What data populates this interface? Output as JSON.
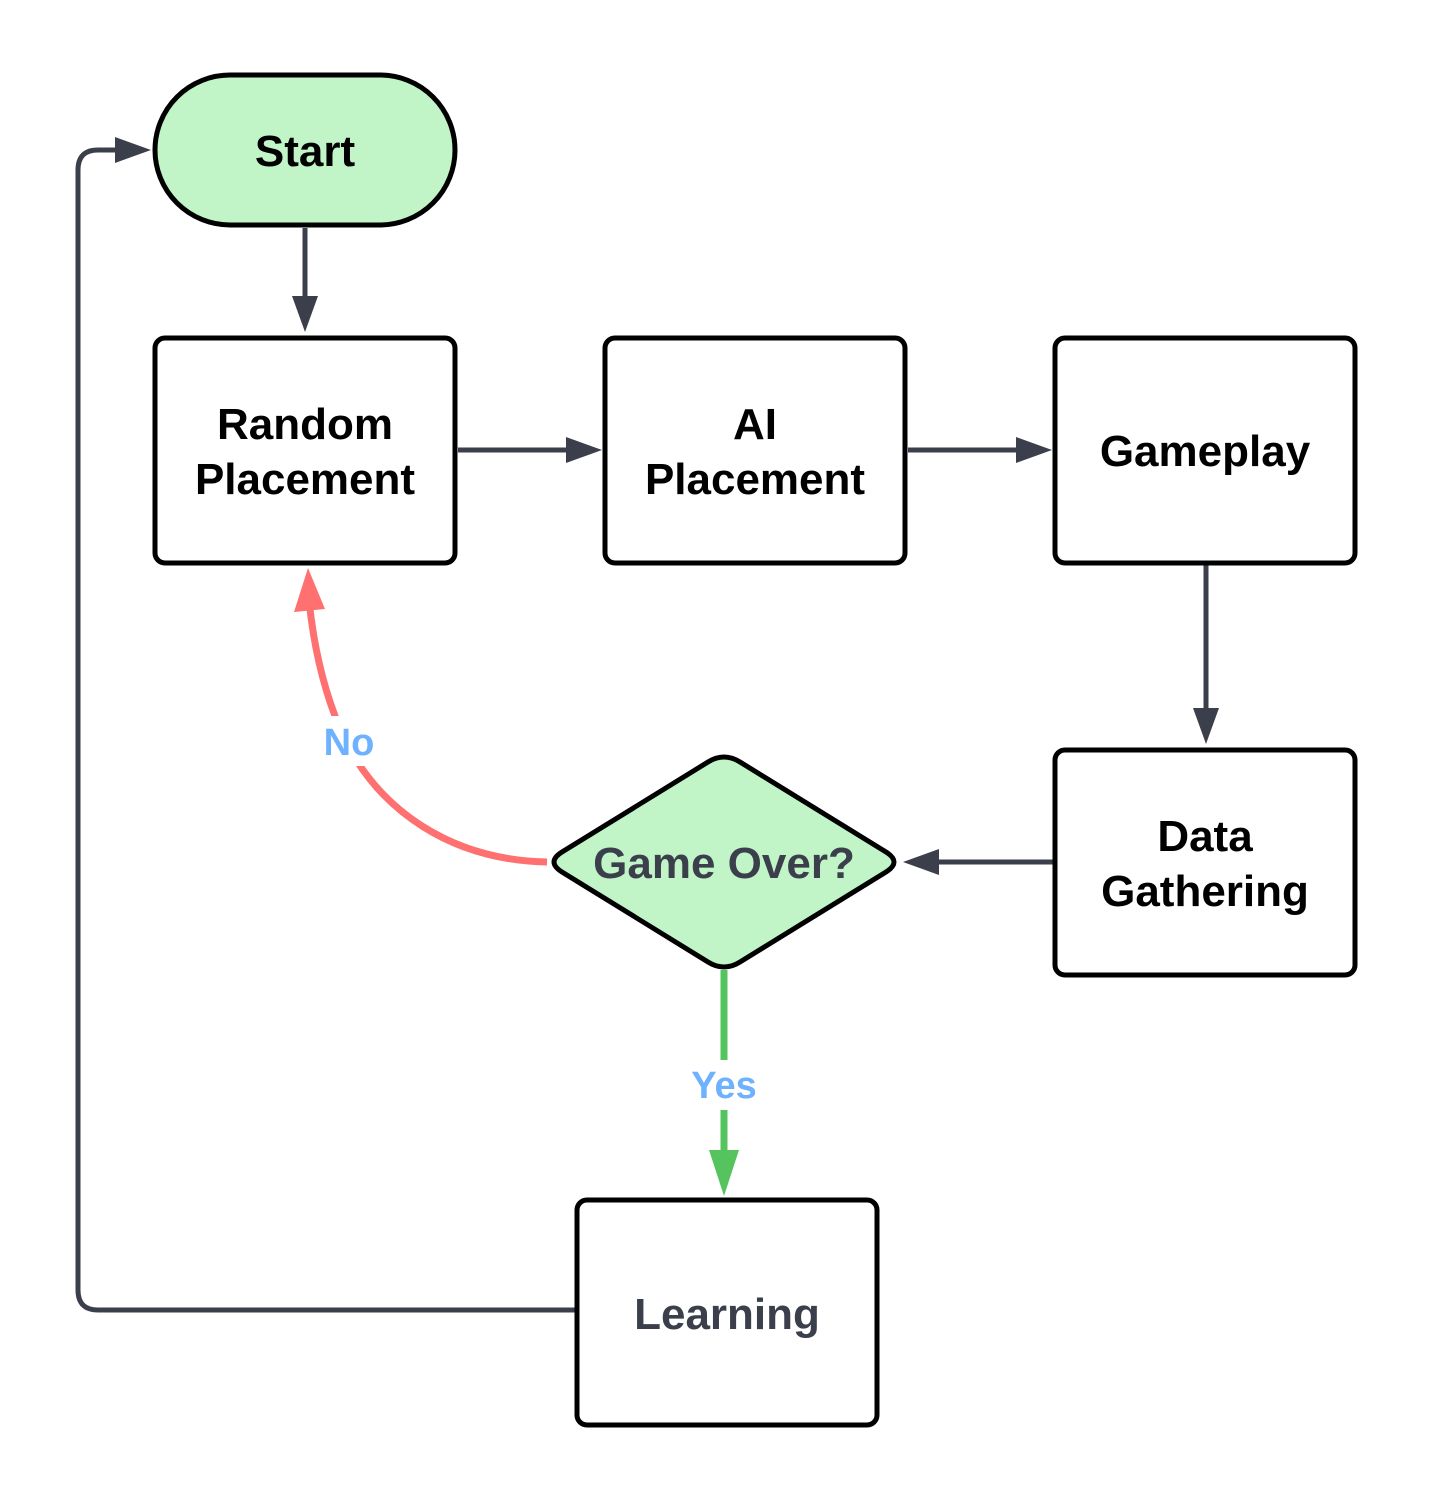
{
  "diagram": {
    "type": "flowchart",
    "nodes": [
      {
        "id": "start",
        "shape": "terminal",
        "lines": [
          "Start"
        ],
        "fill": "#c1f5c8",
        "text_color": "#000000"
      },
      {
        "id": "random",
        "shape": "process",
        "lines": [
          "Random",
          "Placement"
        ],
        "fill": "#ffffff",
        "text_color": "#000000"
      },
      {
        "id": "ai",
        "shape": "process",
        "lines": [
          "AI",
          "Placement"
        ],
        "fill": "#ffffff",
        "text_color": "#000000"
      },
      {
        "id": "gameplay",
        "shape": "process",
        "lines": [
          "Gameplay"
        ],
        "fill": "#ffffff",
        "text_color": "#000000"
      },
      {
        "id": "data",
        "shape": "process",
        "lines": [
          "Data",
          "Gathering"
        ],
        "fill": "#ffffff",
        "text_color": "#000000"
      },
      {
        "id": "gameover",
        "shape": "decision",
        "lines": [
          "Game Over?"
        ],
        "fill": "#c1f5c8",
        "text_color": "#3a3f4b"
      },
      {
        "id": "learning",
        "shape": "process",
        "lines": [
          "Learning"
        ],
        "fill": "#ffffff",
        "text_color": "#3a3f4b"
      }
    ],
    "edges": [
      {
        "from": "start",
        "to": "random",
        "label": "",
        "color": "#3a3f4b"
      },
      {
        "from": "random",
        "to": "ai",
        "label": "",
        "color": "#3a3f4b"
      },
      {
        "from": "ai",
        "to": "gameplay",
        "label": "",
        "color": "#3a3f4b"
      },
      {
        "from": "gameplay",
        "to": "data",
        "label": "",
        "color": "#3a3f4b"
      },
      {
        "from": "data",
        "to": "gameover",
        "label": "",
        "color": "#3a3f4b"
      },
      {
        "from": "gameover",
        "to": "random",
        "label": "No",
        "color": "#ff7070",
        "label_color": "#6eb1ff"
      },
      {
        "from": "gameover",
        "to": "learning",
        "label": "Yes",
        "color": "#55c45e",
        "label_color": "#6eb1ff"
      },
      {
        "from": "learning",
        "to": "start",
        "label": "",
        "color": "#3a3f4b"
      }
    ]
  }
}
